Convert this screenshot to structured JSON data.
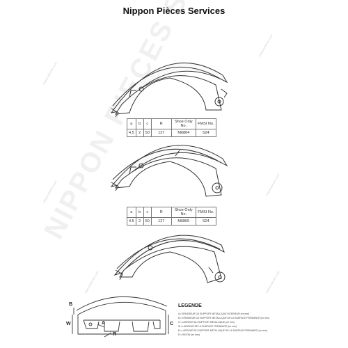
{
  "title": "Nippon Pièces Services",
  "watermark": "NIPPON PIECES SERVICES",
  "watermark_small": "nipponpieces.com",
  "tables": [
    {
      "headers": [
        "a",
        "b",
        "c",
        "R",
        "Shoe Only No.",
        "FMSI No."
      ],
      "values": [
        "4.5",
        "2",
        "50",
        "127",
        "M6864",
        "S24"
      ]
    },
    {
      "headers": [
        "a",
        "b",
        "c",
        "R",
        "Shoe Only No.",
        "FMSI No."
      ],
      "values": [
        "4.5",
        "2",
        "50",
        "127",
        "M6865",
        "S24"
      ]
    }
  ],
  "legend": {
    "title": "LEGENDE",
    "rows": [
      "A • EPAISSEUR DU SUPPORT METALLIQUE INTERIEUR (en mm)",
      "B • EPAISSEUR DU SUPPORT METALLIQUE DE LA SURFACE FREINANTE (en mm)",
      "C • LARGEUR DU SUPPORT METALLIQUE (en mm)",
      "W • LARGEUR DE LA SURFACE FREINANTE (en mm)",
      "B • LARGEUR DU SUPPORT METALLIQUE DE LA SURFACE FREINANTE (en mm)",
      "R • RAYON (en mm)"
    ]
  },
  "dimension_labels": {
    "B": "B",
    "W": "W",
    "A": "A",
    "R": "R",
    "C": "C"
  }
}
